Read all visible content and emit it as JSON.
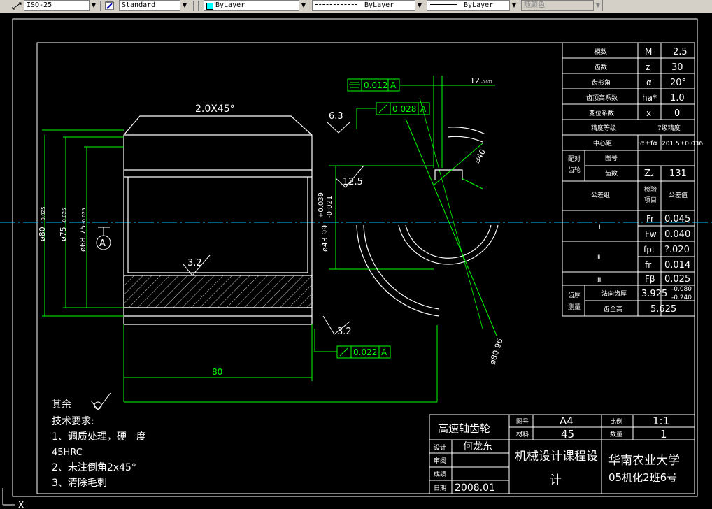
{
  "toolbar": {
    "dimstyle": "ISO-25",
    "textstyle": "Standard",
    "layer_color": "ByLayer",
    "linetype": "ByLayer",
    "lineweight": "ByLayer",
    "plotstyle": "随颜色",
    "layer_swatch_color": "#00ffff"
  },
  "colors": {
    "white": "#ffffff",
    "green": "#00ff00",
    "cyan": "#00ffff",
    "background": "#000000"
  },
  "part_view": {
    "chamfer": "2.0X45°",
    "dim_d1": "ø80",
    "dim_d1_tol": "-0.025",
    "dim_d2": "ø75",
    "dim_d2_tol": "-0.025",
    "dim_d3": "ø68.75",
    "dim_d3_tol": "-0.025",
    "bore": "ø43.99",
    "bore_tol_upper": "+0.039",
    "bore_tol_lower": "-0.021",
    "datum": "A",
    "rough_top": "3.2",
    "rough_bottom": "3.2",
    "rough_bore": "12.5",
    "rough_small": "6.3",
    "length": "80",
    "tol_sym": "0.012",
    "tol_sym_datum": "A",
    "tol_runout1": "0.028",
    "tol_runout1_datum": "A",
    "tol_runout2": "0.022",
    "tol_runout2_datum": "A",
    "keyway_w": "12",
    "keyway_w_tol": "-0.021",
    "keyway_d": "ø40",
    "outer_d": "ø80.96"
  },
  "params_table": {
    "rows": [
      {
        "label": "模数",
        "sym": "M",
        "value": "2.5"
      },
      {
        "label": "齿数",
        "sym": "z",
        "value": "30"
      },
      {
        "label": "齿形角",
        "sym": "α",
        "value": "20°"
      },
      {
        "label": "齿顶高系数",
        "sym": "ha*",
        "value": "1.0"
      },
      {
        "label": "变位系数",
        "sym": "x",
        "value": "0"
      }
    ],
    "precision_label": "精度等级",
    "precision_value": "7级精度",
    "center_label": "中心距",
    "center_sym": "α±fα",
    "center_value": "201.5±0.036",
    "mate_label1": "配对",
    "mate_label2": "齿轮",
    "drawing_no_label": "图号",
    "teeth_label": "齿数",
    "mate_sym": "Z₂",
    "mate_value": "131",
    "group_label": "公差组",
    "check_item_label1": "检验",
    "check_item_label2": "项目",
    "tol_value_label": "公差值",
    "group1": "Ⅰ",
    "group2": "Ⅱ",
    "group3": "Ⅲ",
    "tol_rows": [
      {
        "sym": "Fr",
        "value": "0.045"
      },
      {
        "sym": "Fw",
        "value": "0.040"
      },
      {
        "sym": "fpt",
        "value": "?.020"
      },
      {
        "sym": "fr",
        "value": "0.014"
      },
      {
        "sym": "Fβ",
        "value": "0.025"
      }
    ],
    "chordal_label1": "齿厚",
    "chordal_label2": "测量",
    "normal_thickness_label": "法向齿厚",
    "normal_thickness_value": "3.925",
    "normal_thickness_tol_upper": "-0.080",
    "normal_thickness_tol_lower": "-0.240",
    "chordal_height_label": "齿全高",
    "chordal_height_value": "5.625"
  },
  "notes": {
    "other": "其余",
    "title": "技术要求:",
    "line1": "1、调质处理，硬　度",
    "line1b": "45HRC",
    "line2": "2、未注倒角2x45°",
    "line3": "3、清除毛刺"
  },
  "title_block": {
    "part_name": "高速轴齿轮",
    "drawing_no_label": "图号",
    "drawing_no": "A4",
    "scale_label": "比例",
    "scale": "1:1",
    "material_label": "材料",
    "material": "45",
    "quantity_label": "数量",
    "quantity": "1",
    "designer_label": "设计",
    "designer": "何龙东",
    "checker_label": "审阅",
    "grade_label": "成绩",
    "date_label": "日期",
    "date": "2008.01",
    "course_line1": "机械设计课程设",
    "course_line2": "计",
    "school": "华南农业大学",
    "class": "05机化2班6号"
  },
  "ucs": {
    "x_label": "X"
  }
}
